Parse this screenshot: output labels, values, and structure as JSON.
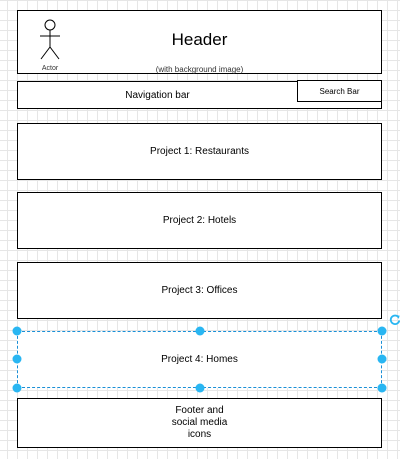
{
  "header": {
    "title": "Header",
    "subtitle": "(with background image)",
    "actor_label": "Actor"
  },
  "nav": {
    "label": "Navigation bar",
    "search_label": "Search Bar"
  },
  "projects": [
    {
      "label": "Project 1: Restaurants"
    },
    {
      "label": "Project 2: Hotels"
    },
    {
      "label": "Project 3: Offices"
    },
    {
      "label": "Project 4: Homes"
    }
  ],
  "footer": {
    "label": "Footer and\nsocial media\nicons"
  },
  "selection": {
    "color": "#29b6f2",
    "selected_item": "Project 4: Homes"
  }
}
